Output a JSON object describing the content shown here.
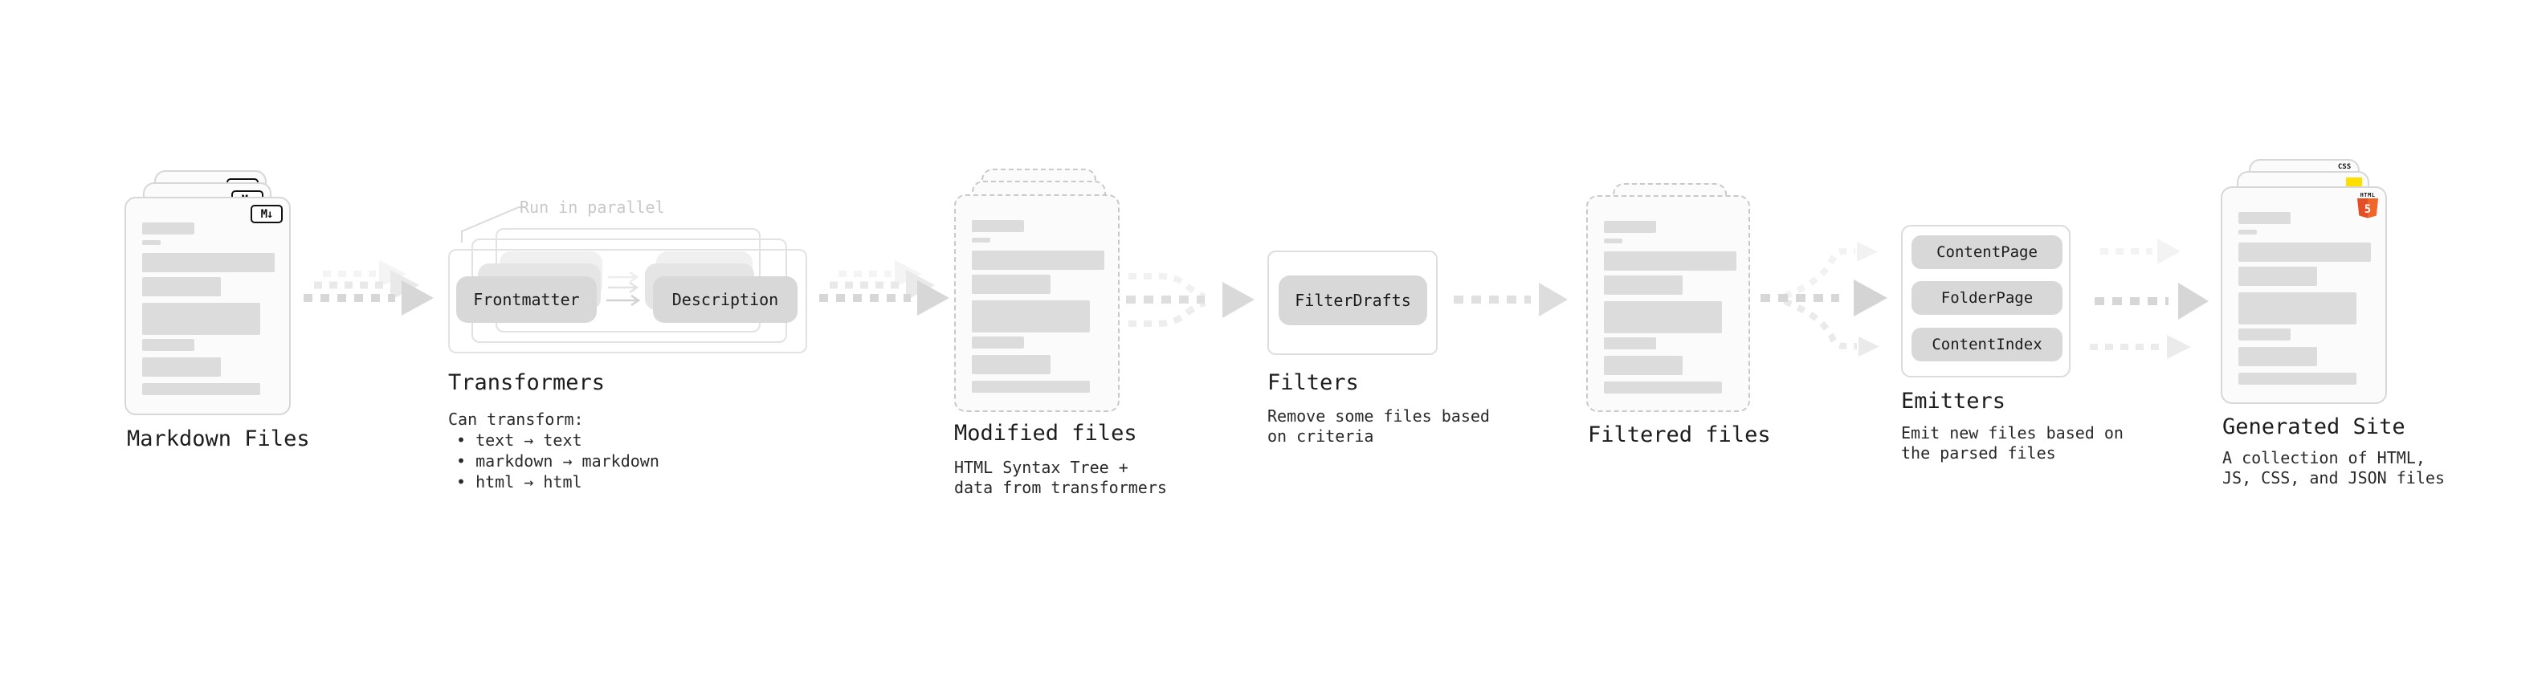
{
  "stages": {
    "markdown_files": {
      "label": "Markdown Files"
    },
    "transformers": {
      "label": "Transformers",
      "annotation": "Run in parallel",
      "input_pill": "Frontmatter",
      "output_pill": "Description",
      "note_title": "Can transform:",
      "bullets": [
        "• text → text",
        "• markdown → markdown",
        "• html → html"
      ]
    },
    "modified_files": {
      "label": "Modified files",
      "subtitle": [
        "HTML Syntax Tree +",
        "data from transformers"
      ]
    },
    "filters": {
      "label": "Filters",
      "pill": "FilterDrafts",
      "subtitle": [
        "Remove some files based",
        "on criteria"
      ]
    },
    "filtered_files": {
      "label": "Filtered files"
    },
    "emitters": {
      "label": "Emitters",
      "pills": [
        "ContentPage",
        "FolderPage",
        "ContentIndex"
      ],
      "subtitle": [
        "Emit new files based on",
        "the parsed files"
      ]
    },
    "generated_site": {
      "label": "Generated Site",
      "subtitle": [
        "A collection of HTML,",
        "JS, CSS, and JSON files"
      ]
    }
  },
  "file_icons": {
    "markdown": "M↓",
    "html5_wordmark": "HTML",
    "html5_number": "5",
    "css": "CSS"
  },
  "colors": {
    "html5_orange": "#e44d26",
    "html5_orange_light": "#f16529",
    "js_yellow": "#ffdf00",
    "css_blue": "#1a6ef5",
    "pill_gray": "#d8d8d8",
    "skeleton_gray": "#dcdcdc",
    "arrow_gray": "#d7d7d7"
  }
}
